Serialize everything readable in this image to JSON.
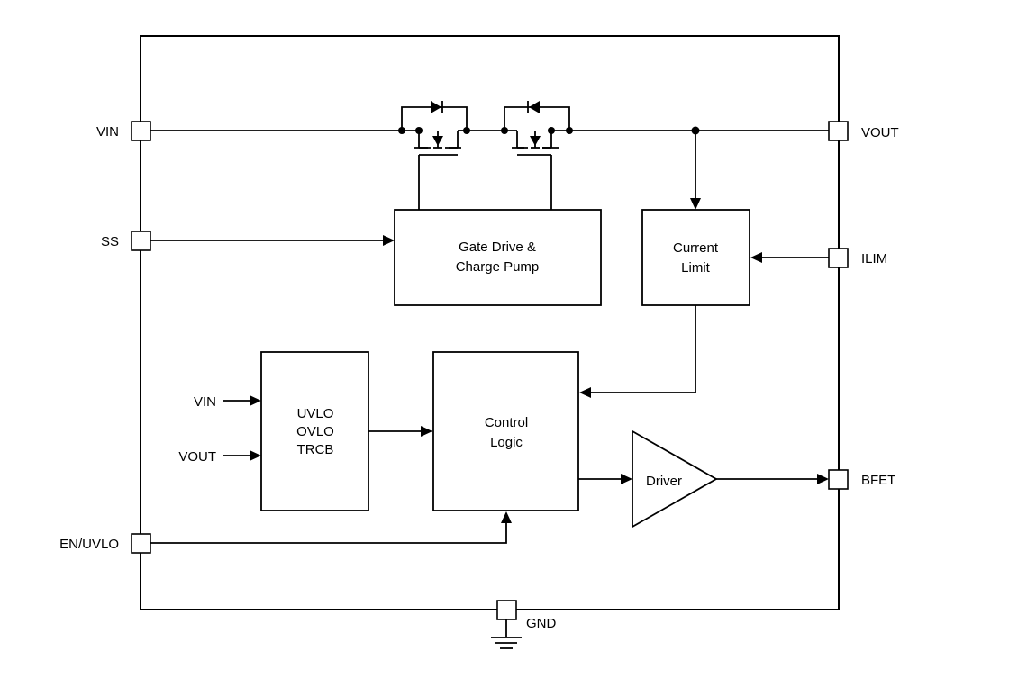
{
  "pins": {
    "vin": "VIN",
    "ss": "SS",
    "en_uvlo": "EN/UVLO",
    "vout": "VOUT",
    "ilim": "ILIM",
    "bfet": "BFET",
    "gnd": "GND"
  },
  "blocks": {
    "gate_drive": [
      "Gate Drive &",
      "Charge Pump"
    ],
    "current_limit": [
      "Current",
      "Limit"
    ],
    "uvlo": [
      "UVLO",
      "OVLO",
      "TRCB"
    ],
    "control_logic": [
      "Control",
      "Logic"
    ],
    "driver": "Driver"
  },
  "inputs": {
    "vin": "VIN",
    "vout": "VOUT"
  }
}
